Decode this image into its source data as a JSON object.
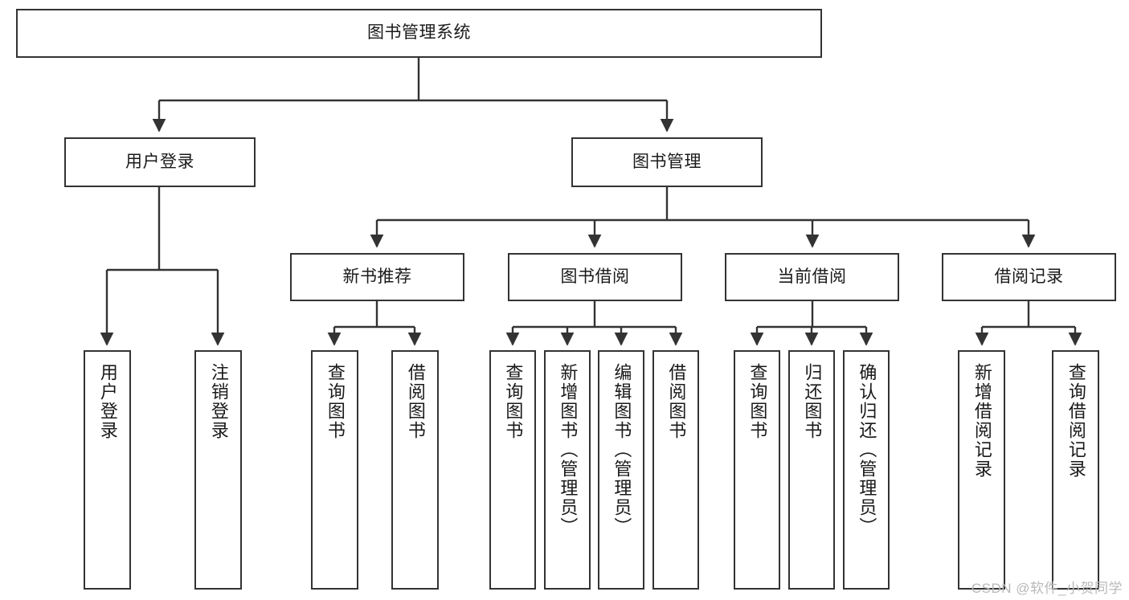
{
  "diagram": {
    "type": "tree",
    "title": "图书管理系统",
    "root": {
      "id": "root",
      "label": "图书管理系统"
    },
    "level2": [
      {
        "id": "user-login",
        "label": "用户登录"
      },
      {
        "id": "book-manage",
        "label": "图书管理"
      }
    ],
    "level3": [
      {
        "id": "new-book-rec",
        "label": "新书推荐",
        "parent": "book-manage"
      },
      {
        "id": "book-borrow",
        "label": "图书借阅",
        "parent": "book-manage"
      },
      {
        "id": "current-borrow",
        "label": "当前借阅",
        "parent": "book-manage"
      },
      {
        "id": "borrow-record",
        "label": "借阅记录",
        "parent": "book-manage"
      }
    ],
    "leaves": {
      "user_login": [
        {
          "id": "leaf-user-login",
          "label": "用户登录"
        },
        {
          "id": "leaf-logout",
          "label": "注销登录"
        }
      ],
      "new_book_rec": [
        {
          "id": "leaf-query-book-1",
          "label": "查询图书"
        },
        {
          "id": "leaf-borrow-book-1",
          "label": "借阅图书"
        }
      ],
      "book_borrow": [
        {
          "id": "leaf-query-book-2",
          "label": "查询图书"
        },
        {
          "id": "leaf-add-book",
          "label": "新增图书（管理员）"
        },
        {
          "id": "leaf-edit-book",
          "label": "编辑图书（管理员）"
        },
        {
          "id": "leaf-borrow-book-2",
          "label": "借阅图书"
        }
      ],
      "current_borrow": [
        {
          "id": "leaf-query-book-3",
          "label": "查询图书"
        },
        {
          "id": "leaf-return-book",
          "label": "归还图书"
        },
        {
          "id": "leaf-confirm-return",
          "label": "确认归还（管理员）"
        }
      ],
      "borrow_record": [
        {
          "id": "leaf-add-record",
          "label": "新增借阅记录"
        },
        {
          "id": "leaf-query-record",
          "label": "查询借阅记录"
        }
      ]
    }
  },
  "watermark": {
    "text": "CSDN @软件_小贺同学"
  },
  "colors": {
    "border": "#333333",
    "background": "#ffffff",
    "text": "#1a1a1a",
    "edge": "#333333",
    "watermark": "#b9b9b9"
  }
}
